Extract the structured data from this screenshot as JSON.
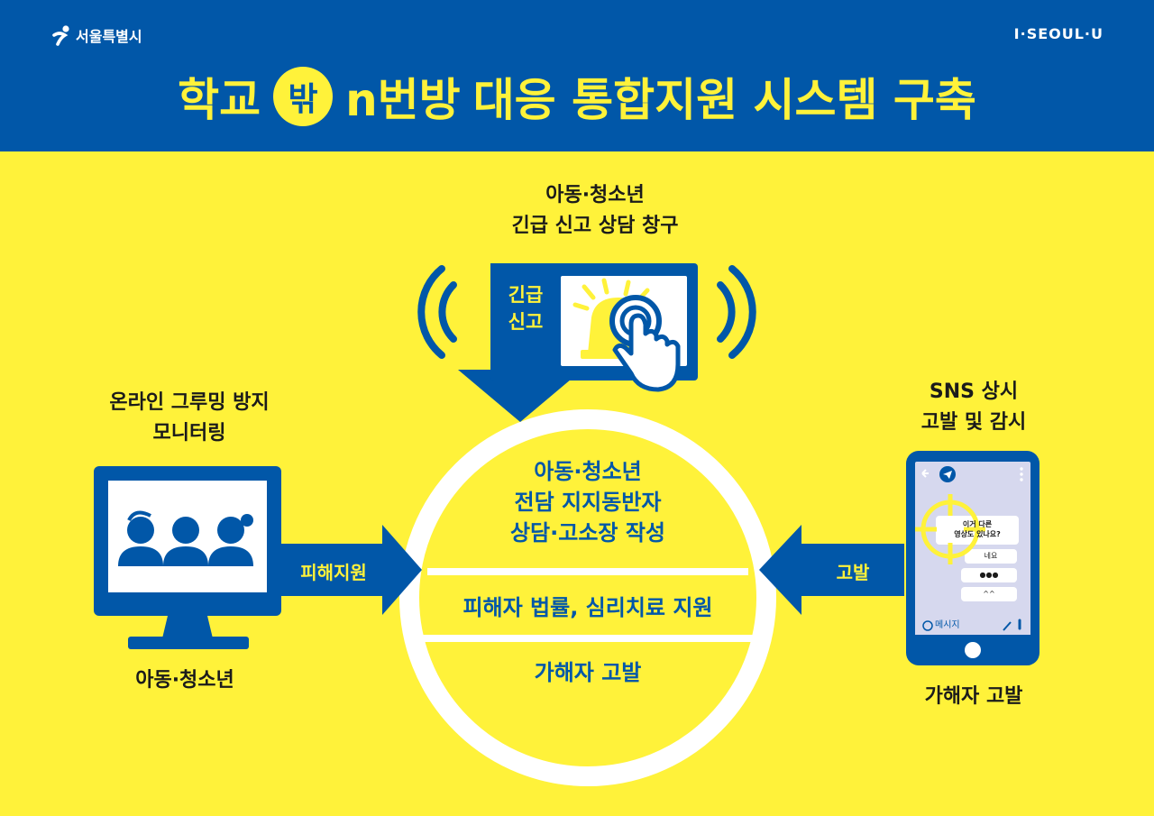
{
  "header": {
    "logo_left": "서울특별시",
    "logo_right": "I·SEOUL·U",
    "title_part1": "학교",
    "title_badge": "밖",
    "title_part2": "n번방",
    "title_part3": "대응 통합지원 시스템 구축"
  },
  "top": {
    "heading_line1": "아동·청소년",
    "heading_line2": "긴급 신고 상담 창구",
    "panel_line1": "긴급",
    "panel_line2": "신고"
  },
  "left": {
    "heading_line1": "온라인 그루밍 방지",
    "heading_line2": "모니터링",
    "arrow_label": "피해지원",
    "caption": "아동·청소년"
  },
  "right": {
    "heading_line1": "SNS 상시",
    "heading_line2": "고발 및 감시",
    "arrow_label": "고발",
    "caption": "가해자 고발",
    "chat_bubble_1_line1": "이거 다른",
    "chat_bubble_1_line2": "영상도 있나요?",
    "chat_bubble_2": "네요",
    "chat_bubble_3": "●●●",
    "chat_bubble_4": "^^",
    "message_placeholder": "메시지"
  },
  "center": {
    "line1": "아동·청소년",
    "line2": "전담 지지동반자",
    "line3": "상담·고소장 작성",
    "section2": "피해자 법률, 심리치료 지원",
    "section3": "가해자 고발"
  },
  "colors": {
    "blue": "#0157A8",
    "yellow": "#FFF23A",
    "white": "#FFFFFF",
    "screen": "#D6D8EE"
  }
}
